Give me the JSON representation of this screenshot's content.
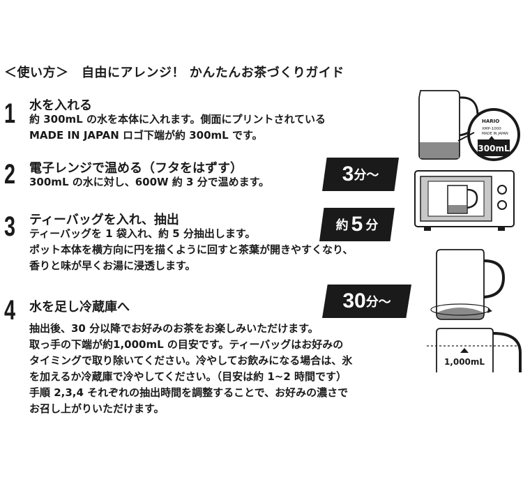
{
  "title": "＜使い方＞　自由にアレンジ！ かんたんお茶づくりガイド",
  "steps": [
    {
      "number": "1",
      "heading": "水を入れる",
      "lines": [
        "約 300mL の水を本体に入れます。側面にプリントされている",
        "MADE IN JAPAN ロゴ下端が約 300mL です。"
      ]
    },
    {
      "number": "2",
      "heading": "電子レンジで温める（フタをはずす）",
      "lines": [
        "300mL の水に対し、600W 約 3 分で温めます。"
      ],
      "badge": {
        "prefix": "",
        "value": "3",
        "unit": "分〜"
      }
    },
    {
      "number": "3",
      "heading": "ティーバッグを入れ、抽出",
      "lines": [
        "ティーバッグを 1 袋入れ、約 5 分抽出します。",
        "ポット本体を横方向に円を描くように回すと茶葉が開きやすくなり、",
        "香りと味が早くお湯に浸透します。"
      ],
      "badge": {
        "prefix": "約",
        "value": "5",
        "unit": "分"
      }
    },
    {
      "number": "4",
      "heading": "水を足し冷蔵庫へ",
      "lines": [
        "抽出後、30 分以降でお好みのお茶をお楽しみいただけます。",
        "取っ手の下端が約1,000mL の目安です。ティーバッグはお好みの",
        "タイミングで取り除いてください。冷やしてお飲みになる場合は、氷",
        "を加えるか冷蔵庫で冷やしてください。（目安は約 1~2 時間です）",
        "手順 2,3,4 それぞれの抽出時間を調整することで、お好みの濃さで",
        "お召し上がりいただけます。"
      ],
      "badge": {
        "prefix": "",
        "value": "30",
        "unit": "分〜"
      }
    }
  ],
  "illustrations": {
    "pitcher_brand": "HARIO",
    "pitcher_model": "XMP-1000",
    "pitcher_made_in": "MADE IN JAPAN",
    "callout_300": "300mL",
    "callout_1000": "1,000mL"
  },
  "colors": {
    "ink": "#1a1a1a",
    "badge_bg": "#1a1a1a",
    "badge_text": "#ffffff",
    "microwave_gray": "#c8c8c8",
    "tea": "#8a8a8a"
  }
}
